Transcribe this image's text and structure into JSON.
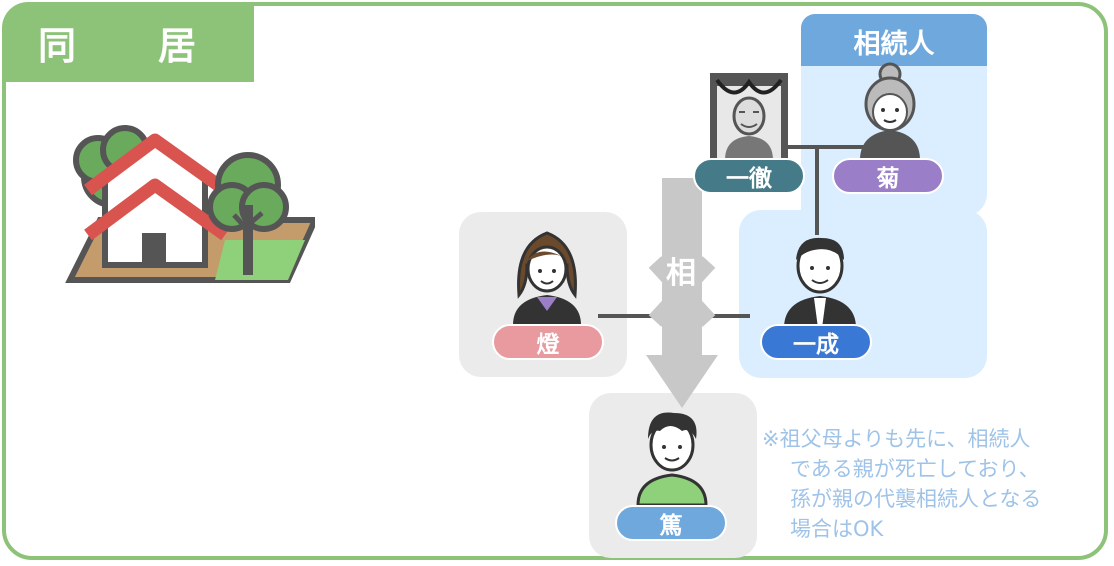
{
  "title": "同　居",
  "heirs_header": "相続人",
  "people": {
    "deceased": "一徹",
    "grandmother": "菊",
    "father": "一成",
    "mother": "燈",
    "grandchild": "篤"
  },
  "arrow_hidden_text": "相",
  "note_lines": [
    "※祖父母よりも先に、相続人",
    "である親が死亡しており、",
    "孫が親の代襲相続人となる",
    "場合はOK"
  ],
  "colors": {
    "frame_green": "#8dc378",
    "heir_blue": "#6fa8dc",
    "heir_panel": "#dbeeff",
    "deceased_teal": "#457b88",
    "grandmother_purple": "#9b7ec8",
    "father_blue": "#3a78d6",
    "mother_pink": "#e89a9f",
    "grandchild_blue": "#6fa8dc",
    "note_text": "#9fc3e8"
  },
  "icons": [
    "house-icon",
    "cross-mark-icon",
    "down-arrow-icon"
  ]
}
